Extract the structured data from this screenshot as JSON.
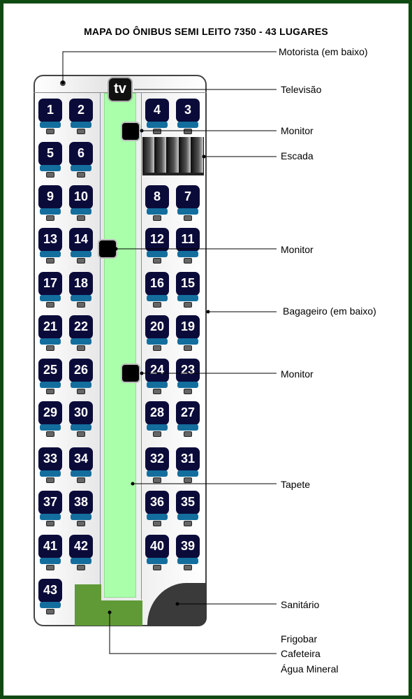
{
  "title": "MAPA DO ÔNIBUS SEMI LEITO 7350 - 43 LUGARES",
  "tv_label": "tv",
  "labels": {
    "motorista": "Motorista (em baixo)",
    "televisao": "Televisão",
    "monitor1": "Monitor",
    "escada": "Escada",
    "monitor2": "Monitor",
    "bagageiro": "Bagageiro (em baixo)",
    "monitor3": "Monitor",
    "tapete": "Tapete",
    "sanitario": "Sanitário",
    "frigobar": "Frigobar",
    "cafeteira": "Cafeteira",
    "agua": "Água Mineral"
  },
  "seats": {
    "left_rows": [
      [
        "1",
        "2"
      ],
      [
        "5",
        "6"
      ],
      [
        "9",
        "10"
      ],
      [
        "13",
        "14"
      ],
      [
        "17",
        "18"
      ],
      [
        "21",
        "22"
      ],
      [
        "25",
        "26"
      ],
      [
        "29",
        "30"
      ],
      [
        "33",
        "34"
      ],
      [
        "37",
        "38"
      ],
      [
        "41",
        "42"
      ],
      [
        "43"
      ]
    ],
    "right_rows": [
      [
        "4",
        "3"
      ],
      [
        "8",
        "7"
      ],
      [
        "12",
        "11"
      ],
      [
        "16",
        "15"
      ],
      [
        "20",
        "19"
      ],
      [
        "24",
        "23"
      ],
      [
        "28",
        "27"
      ],
      [
        "32",
        "31"
      ],
      [
        "36",
        "35"
      ],
      [
        "40",
        "39"
      ]
    ]
  },
  "colors": {
    "frame": "#0f4a12",
    "seat": "#0b0b3a",
    "cushion": "#136e9e",
    "carpet": "#aaffaa",
    "kitchen": "#5f9a37",
    "toilet": "#3a3a3a"
  }
}
